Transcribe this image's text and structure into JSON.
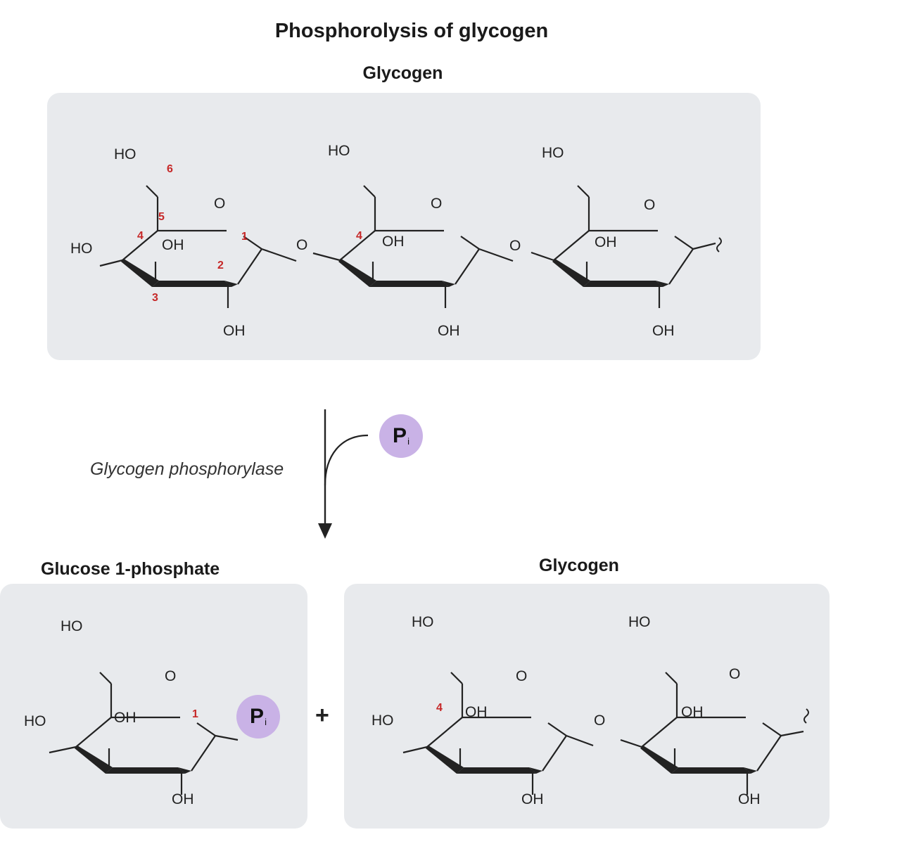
{
  "title": "Phosphorolysis of glycogen",
  "top_label": "Glycogen",
  "enzyme": "Glycogen phosphorylase",
  "product_left_label": "Glucose 1-phosphate",
  "product_right_label": "Glycogen",
  "plus_sign": "+",
  "phosphate": {
    "symbol": "P",
    "subscript": "i",
    "color": "#c9b2e6"
  },
  "atoms": {
    "ring_oxygen": "O",
    "bridge_oxygen": "O",
    "hydroxyl_left": "HO",
    "hydroxyl": "OH"
  },
  "carbon_numbers": [
    "1",
    "2",
    "3",
    "4",
    "5",
    "6"
  ],
  "colors": {
    "panel": "#e8eaed",
    "numbering": "#c62828",
    "bond": "#222222"
  }
}
